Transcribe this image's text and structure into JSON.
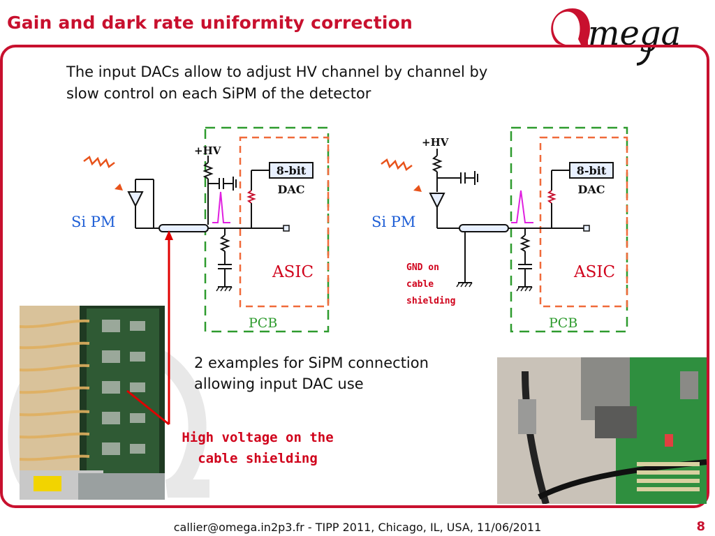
{
  "slide": {
    "title": "Gain and dark rate uniformity correction",
    "intro_line1": "The input DACs allow to adjust HV channel by channel by",
    "intro_line2": "slow control on each SiPM of the detector",
    "caption_line1": "2 examples for SiPM connection",
    "caption_line2": "allowing input DAC use",
    "hv_label_line1": "High voltage on the",
    "hv_label_line2": "cable shielding",
    "footer": "callier@omega.in2p3.fr - TIPP 2011, Chicago, IL, USA, 11/06/2011",
    "page_number": "8",
    "logo_text": "mega"
  },
  "diagram_left": {
    "hv": "+HV",
    "dac_bits": "8-bit",
    "dac": "DAC",
    "sipm": "Si PM",
    "asic": "ASIC",
    "pcb": "PCB"
  },
  "diagram_right": {
    "hv": "+HV",
    "dac_bits": "8-bit",
    "dac": "DAC",
    "sipm": "Si PM",
    "asic": "ASIC",
    "pcb": "PCB",
    "gnd_line1": "GND on",
    "gnd_line2": "cable",
    "gnd_line3": "shielding"
  },
  "colors": {
    "accent": "#c8102e",
    "pcb_border": "#2e9b2e",
    "asic_border": "#f06a3a",
    "pulse": "#e020e0",
    "sipm_text": "#1f5fd6"
  }
}
